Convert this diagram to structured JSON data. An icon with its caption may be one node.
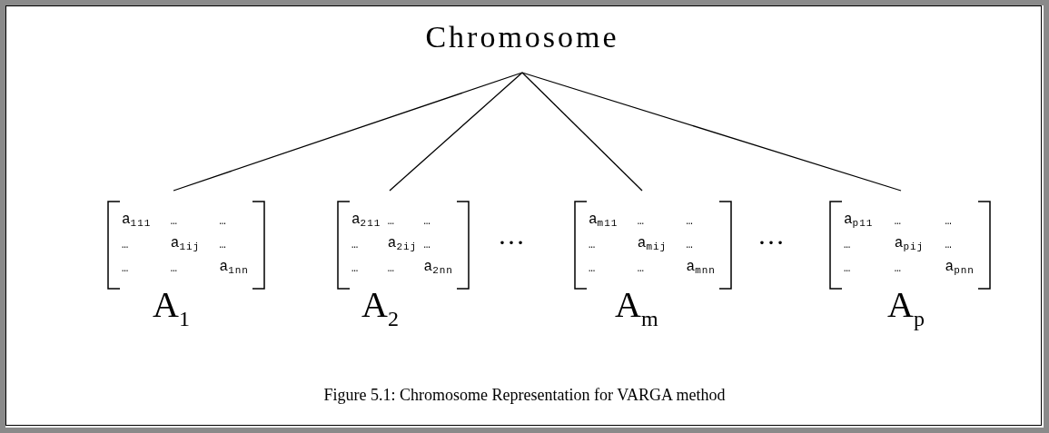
{
  "diagram": {
    "caption": "Figure 5.1: Chromosome Representation for VARGA method",
    "nodes": [
      {
        "text": [
          "Chromosome"
        ]
      },
      {
        "text": [
          "a$_{111}$",
          "…",
          "…",
          "…",
          "a$_{1ij}$",
          "…",
          "…",
          "…",
          "a$_{1nn}$"
        ],
        "beside": [
          "A$_{1}$"
        ]
      },
      {
        "text": [
          "a$_{211}$",
          "…",
          "…",
          "…",
          "a$_{2ij}$",
          "…",
          "…",
          "…",
          "a$_{2nn}$"
        ],
        "beside": [
          "A$_{2}$"
        ]
      },
      {
        "text": [
          "a$_{m11}$",
          "…",
          "…",
          "…",
          "a$_{mij}$",
          "…",
          "…",
          "…",
          "a$_{mnn}$"
        ],
        "beside": [
          "A$_{m}$"
        ]
      },
      {
        "text": [
          "a$_{p11}$",
          "…",
          "…",
          "…",
          "a$_{pij}$",
          "…",
          "…",
          "…",
          "a$_{pnn}$"
        ],
        "beside": [
          "A$_{p}$"
        ]
      }
    ],
    "edges": [
      {
        "from": 0,
        "to": 1,
        "arrow": "none"
      },
      {
        "from": 0,
        "to": 2,
        "arrow": "none"
      },
      {
        "from": 0,
        "to": 3,
        "arrow": "none"
      },
      {
        "from": 0,
        "to": 4,
        "arrow": "none"
      }
    ],
    "labels": [
      "…",
      "…"
    ]
  }
}
